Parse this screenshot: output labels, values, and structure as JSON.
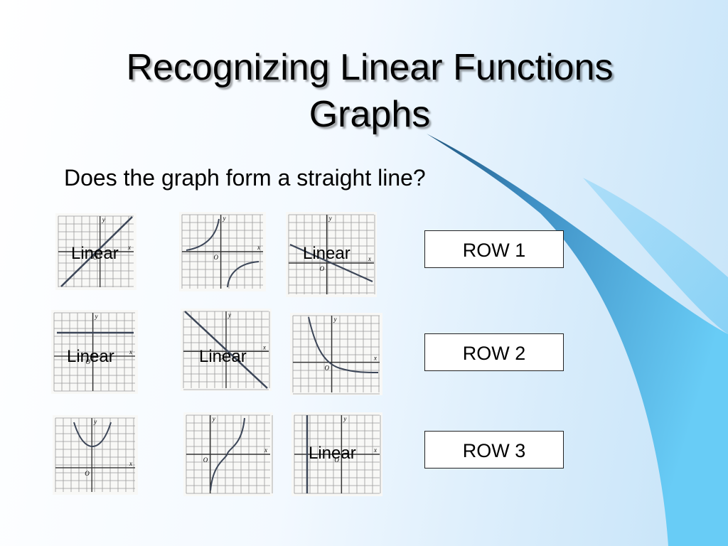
{
  "slide": {
    "title_line1": "Recognizing Linear Functions",
    "title_line2": "Graphs",
    "question": "Does the graph form a straight line?",
    "linear_label": "Linear",
    "rows": [
      "ROW 1",
      "ROW 2",
      "ROW 3"
    ]
  },
  "axis_labels": {
    "x": "x",
    "y": "y",
    "origin": "O"
  },
  "colors": {
    "curve": "#3c4658",
    "grid": "#9a9a9a",
    "swoosh_dark": "#2a6a96",
    "swoosh_light": "#5ec4f4"
  }
}
